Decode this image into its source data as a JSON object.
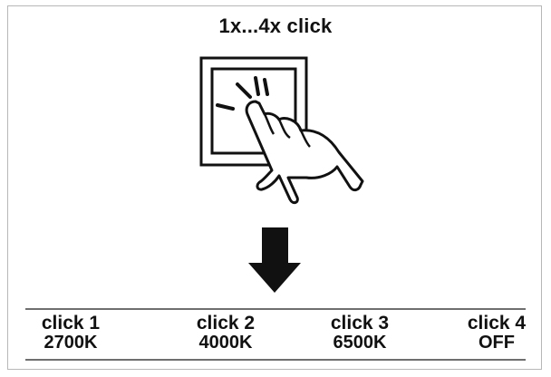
{
  "title": "1x...4x click",
  "steps": [
    {
      "label": "click 1",
      "value": "2700K"
    },
    {
      "label": "click 2",
      "value": "4000K"
    },
    {
      "label": "click 3",
      "value": "6500K"
    },
    {
      "label": "click 4",
      "value": "OFF"
    }
  ],
  "colors": {
    "ink": "#111111",
    "frame": "#b7b7b7",
    "divider": "#6f6f6f"
  },
  "icons": [
    "light-switch-icon",
    "pointing-hand-icon",
    "click-rays-icon",
    "down-arrow-icon"
  ]
}
